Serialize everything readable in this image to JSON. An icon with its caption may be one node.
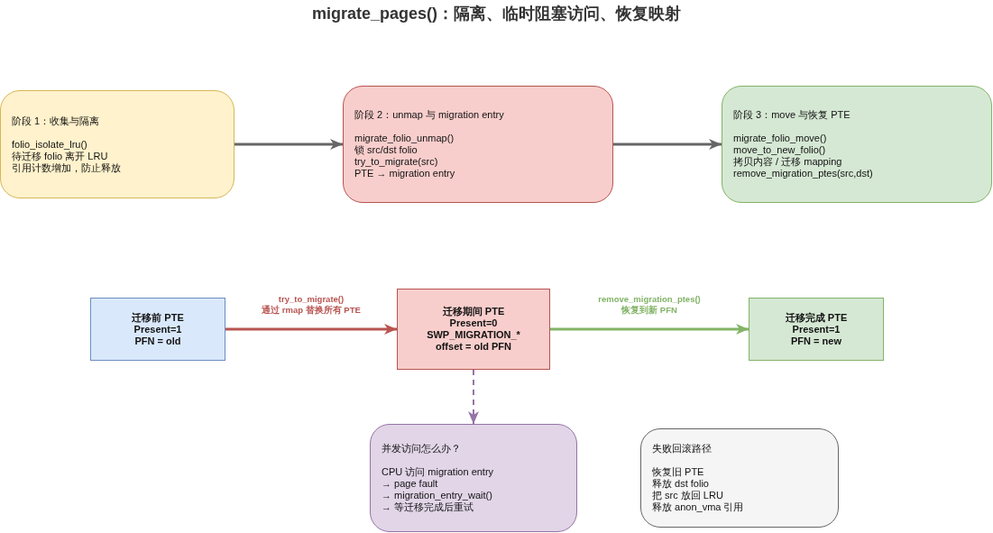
{
  "diagram": {
    "title": "migrate_pages()：隔离、临时阻塞访问、恢复映射",
    "nodes": [
      {
        "text": [
          "阶段 1：收集与隔离",
          "folio_isolate_lru()",
          "待迁移 folio 离开 LRU",
          "引用计数增加，防止释放"
        ]
      },
      {
        "text": [
          "阶段 2：unmap 与 migration entry",
          "migrate_folio_unmap()",
          "锁 src/dst folio",
          "try_to_migrate(src)",
          "PTE → migration entry"
        ]
      },
      {
        "text": [
          "阶段 3：move 与恢复 PTE",
          "migrate_folio_move()",
          "move_to_new_folio()",
          "拷贝内容 / 迁移 mapping",
          "remove_migration_ptes(src,dst)"
        ]
      },
      {
        "text": [
          "迁移前 PTE",
          "Present=1",
          "PFN = old"
        ]
      },
      {
        "text": [
          "迁移期间 PTE",
          "Present=0",
          "SWP_MIGRATION_*",
          "offset = old PFN"
        ]
      },
      {
        "text": [
          "迁移完成 PTE",
          "Present=1",
          "PFN = new"
        ]
      },
      {
        "text": [
          "并发访问怎么办？",
          "CPU 访问 migration entry",
          "→ page fault",
          "→ migration_entry_wait()",
          "→ 等迁移完成后重试"
        ]
      },
      {
        "text": [
          "失败回滚路径",
          "恢复旧 PTE",
          "释放 dst folio",
          "把 src 放回 LRU",
          "释放 anon_vma 引用"
        ]
      }
    ],
    "edges": [
      {
        "from": 0,
        "to": 1,
        "arrow": "to",
        "color": "#666666"
      },
      {
        "from": 1,
        "to": 2,
        "arrow": "to",
        "color": "#666666"
      },
      {
        "from": 3,
        "to": 4,
        "arrow": "to",
        "color": "#b85450",
        "label": "try_to_migrate() 通过 rmap 替换所有 PTE"
      },
      {
        "from": 4,
        "to": 5,
        "arrow": "to",
        "color": "#82b366",
        "label": "remove_migration_ptes() 恢复到新 PFN"
      },
      {
        "from": 4,
        "to": 6,
        "arrow": "to",
        "style": "dashed",
        "color": "#9673a6"
      }
    ]
  }
}
